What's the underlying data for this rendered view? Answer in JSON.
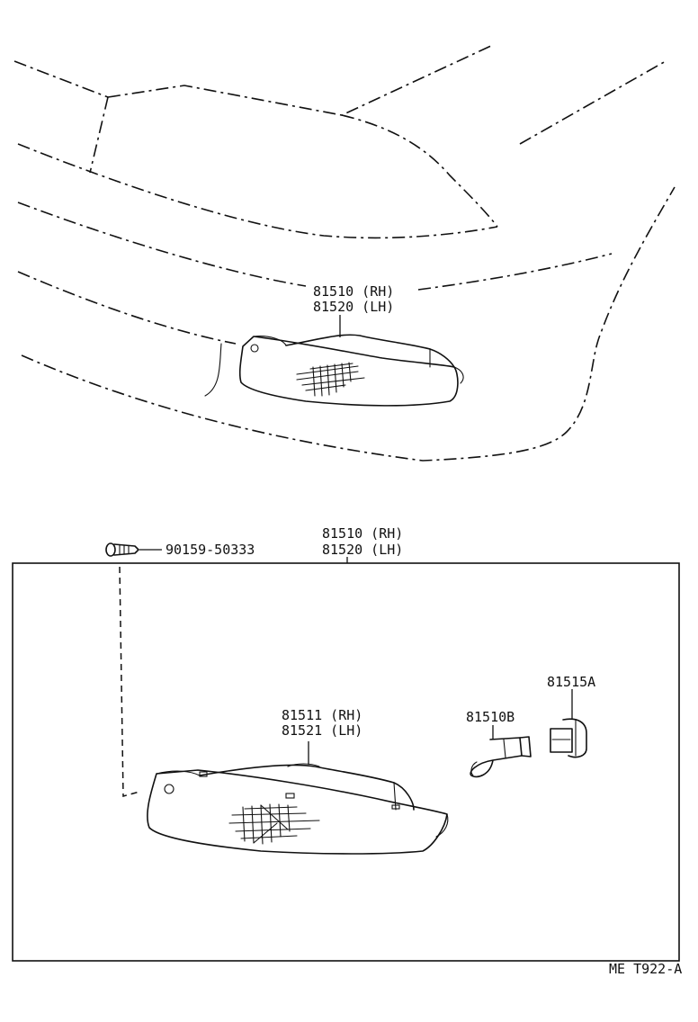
{
  "upper": {
    "part_rh": "81510 (RH)",
    "part_lh": "81520 (LH)"
  },
  "lower": {
    "assembly_rh": "81510 (RH)",
    "assembly_lh": "81520 (LH)",
    "screw": "90159-50333",
    "lens_rh": "81511 (RH)",
    "lens_lh": "81521 (LH)",
    "bulb": "81510B",
    "socket": "81515A"
  },
  "figure_code": "ME T922-A"
}
